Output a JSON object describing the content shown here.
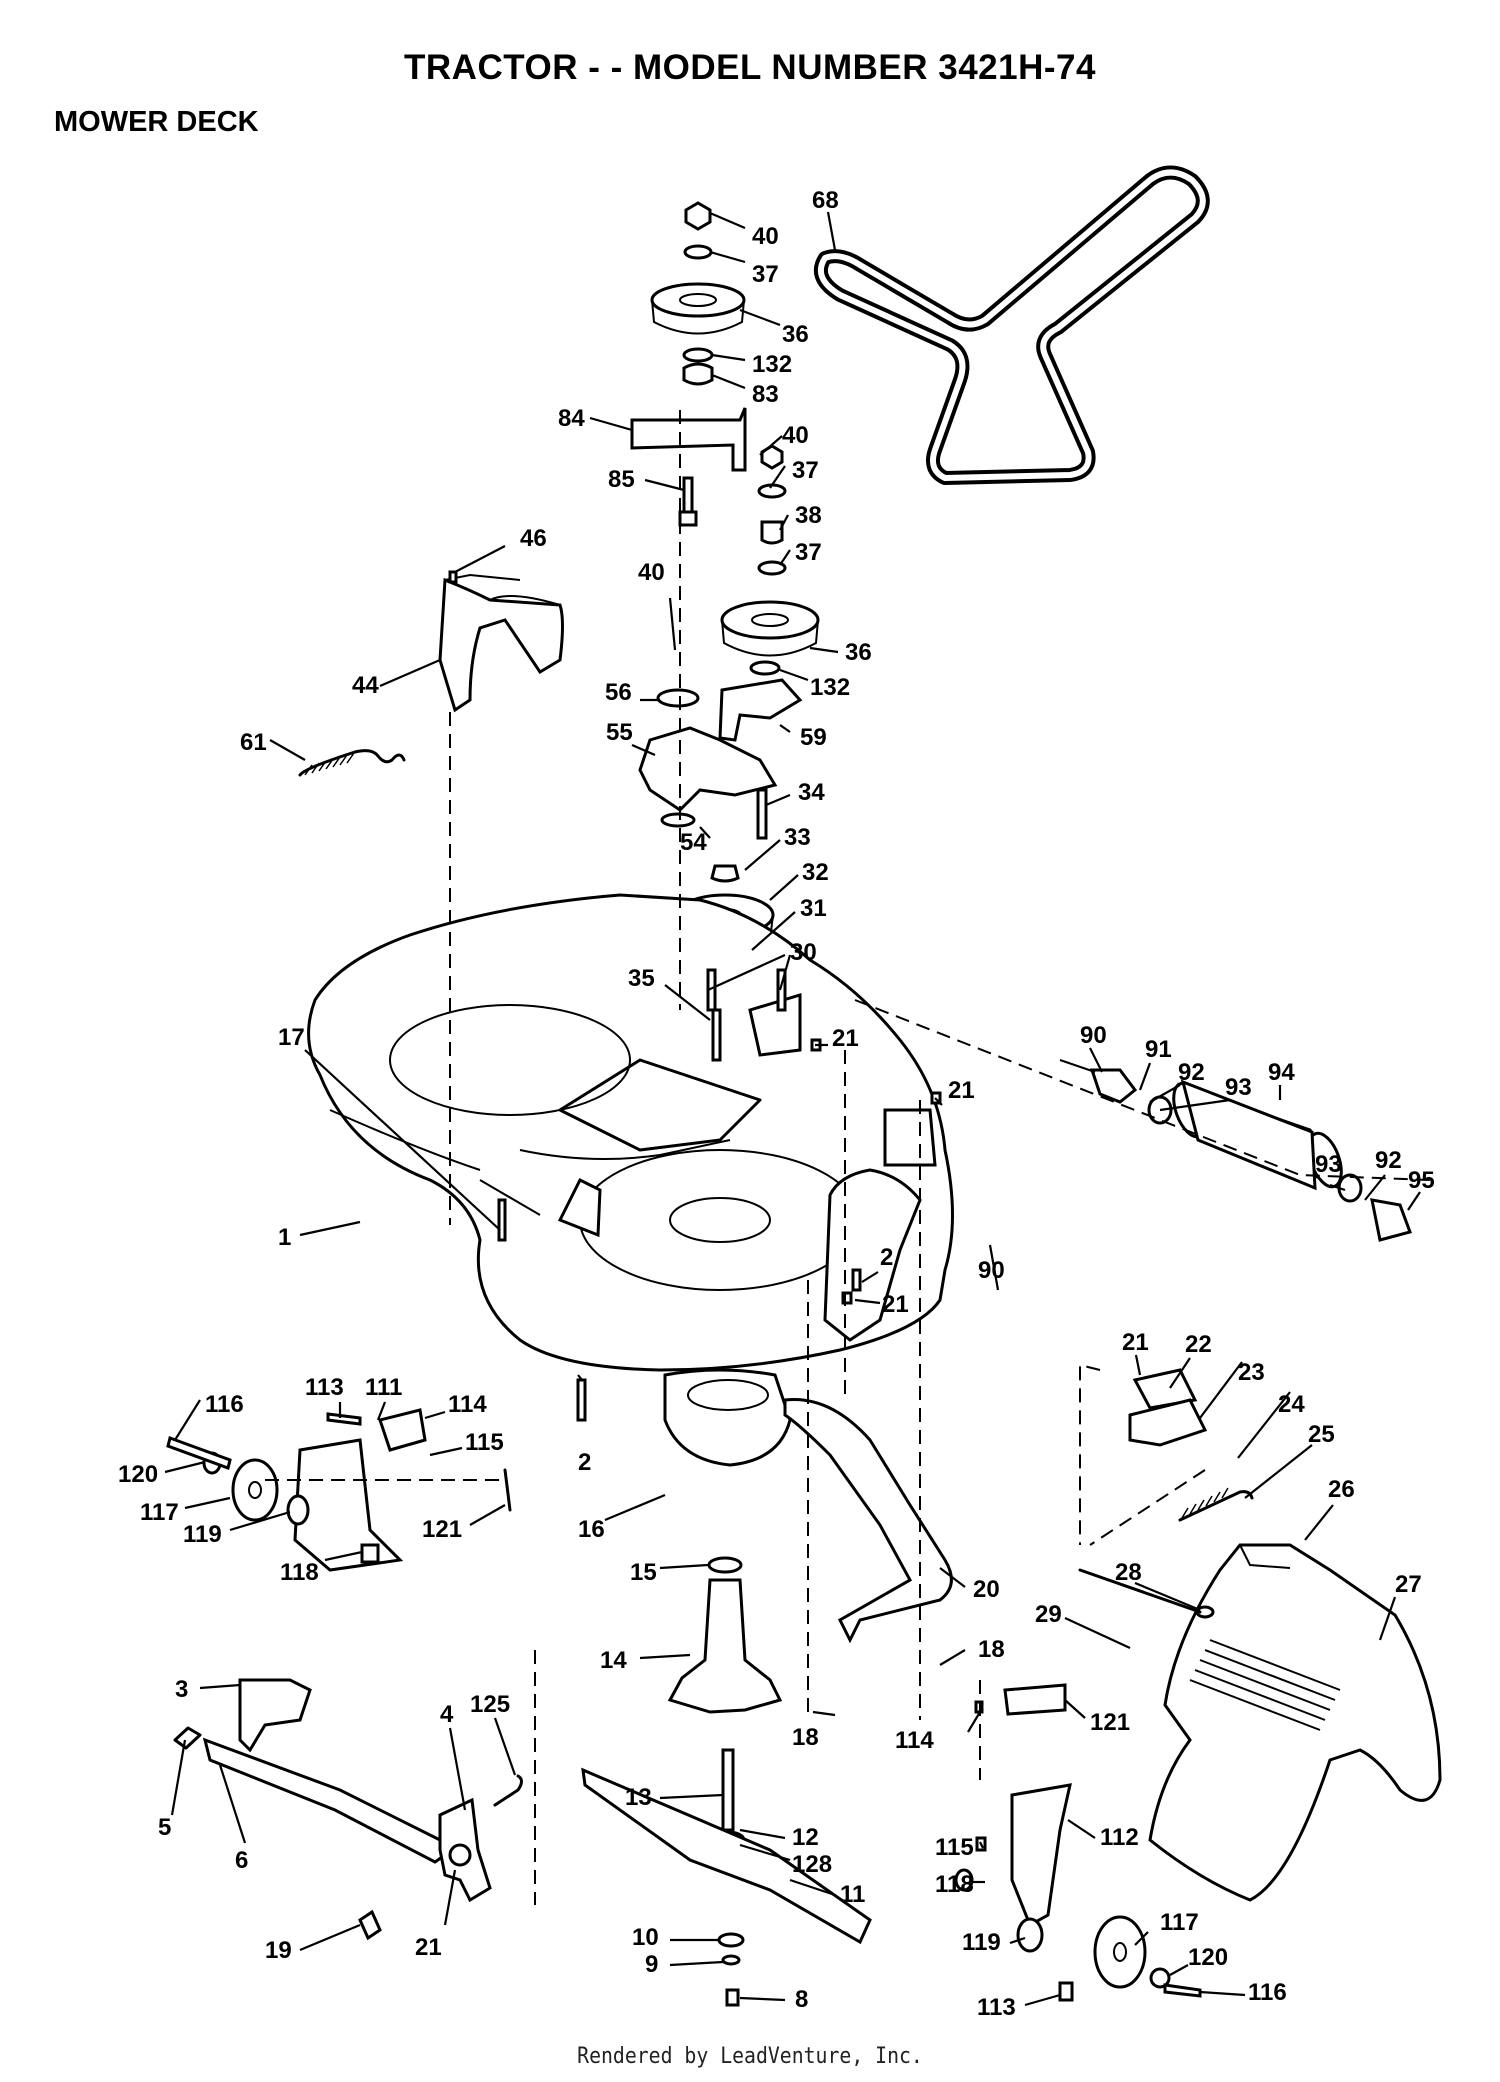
{
  "header": {
    "title": "TRACTOR - - MODEL NUMBER 3421H-74",
    "section": "MOWER DECK"
  },
  "footer": {
    "credit": "Rendered by LeadVenture, Inc."
  },
  "callouts": [
    {
      "id": "c68",
      "label": "68"
    },
    {
      "id": "c40a",
      "label": "40"
    },
    {
      "id": "c37a",
      "label": "37"
    },
    {
      "id": "c36a",
      "label": "36"
    },
    {
      "id": "c132a",
      "label": "132"
    },
    {
      "id": "c83",
      "label": "83"
    },
    {
      "id": "c84",
      "label": "84"
    },
    {
      "id": "c85",
      "label": "85"
    },
    {
      "id": "c40b",
      "label": "40"
    },
    {
      "id": "c37b",
      "label": "37"
    },
    {
      "id": "c38",
      "label": "38"
    },
    {
      "id": "c37c",
      "label": "37"
    },
    {
      "id": "c46",
      "label": "46"
    },
    {
      "id": "c40c",
      "label": "40"
    },
    {
      "id": "c36b",
      "label": "36"
    },
    {
      "id": "c132b",
      "label": "132"
    },
    {
      "id": "c44",
      "label": "44"
    },
    {
      "id": "c56",
      "label": "56"
    },
    {
      "id": "c59",
      "label": "59"
    },
    {
      "id": "c55",
      "label": "55"
    },
    {
      "id": "c61",
      "label": "61"
    },
    {
      "id": "c34",
      "label": "34"
    },
    {
      "id": "c54",
      "label": "54"
    },
    {
      "id": "c33",
      "label": "33"
    },
    {
      "id": "c32",
      "label": "32"
    },
    {
      "id": "c31",
      "label": "31"
    },
    {
      "id": "c30",
      "label": "30"
    },
    {
      "id": "c35",
      "label": "35"
    },
    {
      "id": "c17",
      "label": "17"
    },
    {
      "id": "c21a",
      "label": "21"
    },
    {
      "id": "c90a",
      "label": "90"
    },
    {
      "id": "c91",
      "label": "91"
    },
    {
      "id": "c92a",
      "label": "92"
    },
    {
      "id": "c93a",
      "label": "93"
    },
    {
      "id": "c94",
      "label": "94"
    },
    {
      "id": "c21b",
      "label": "21"
    },
    {
      "id": "c93b",
      "label": "93"
    },
    {
      "id": "c92b",
      "label": "92"
    },
    {
      "id": "c95",
      "label": "95"
    },
    {
      "id": "c1",
      "label": "1"
    },
    {
      "id": "c2a",
      "label": "2"
    },
    {
      "id": "c90b",
      "label": "90"
    },
    {
      "id": "c21c",
      "label": "21"
    },
    {
      "id": "c21d",
      "label": "21"
    },
    {
      "id": "c22",
      "label": "22"
    },
    {
      "id": "c23",
      "label": "23"
    },
    {
      "id": "c24",
      "label": "24"
    },
    {
      "id": "c25",
      "label": "25"
    },
    {
      "id": "c26",
      "label": "26"
    },
    {
      "id": "c113a",
      "label": "113"
    },
    {
      "id": "c111",
      "label": "111"
    },
    {
      "id": "c114a",
      "label": "114"
    },
    {
      "id": "c116a",
      "label": "116"
    },
    {
      "id": "c115a",
      "label": "115"
    },
    {
      "id": "c120a",
      "label": "120"
    },
    {
      "id": "c2b",
      "label": "2"
    },
    {
      "id": "c117a",
      "label": "117"
    },
    {
      "id": "c119a",
      "label": "119"
    },
    {
      "id": "c121a",
      "label": "121"
    },
    {
      "id": "c16",
      "label": "16"
    },
    {
      "id": "c118a",
      "label": "118"
    },
    {
      "id": "c15",
      "label": "15"
    },
    {
      "id": "c20",
      "label": "20"
    },
    {
      "id": "c28",
      "label": "28"
    },
    {
      "id": "c27",
      "label": "27"
    },
    {
      "id": "c29",
      "label": "29"
    },
    {
      "id": "c14",
      "label": "14"
    },
    {
      "id": "c18a",
      "label": "18"
    },
    {
      "id": "c3",
      "label": "3"
    },
    {
      "id": "c125",
      "label": "125"
    },
    {
      "id": "c18b",
      "label": "18"
    },
    {
      "id": "c4",
      "label": "4"
    },
    {
      "id": "c114b",
      "label": "114"
    },
    {
      "id": "c121b",
      "label": "121"
    },
    {
      "id": "c5",
      "label": "5"
    },
    {
      "id": "c13",
      "label": "13"
    },
    {
      "id": "c6",
      "label": "6"
    },
    {
      "id": "c12",
      "label": "12"
    },
    {
      "id": "c128",
      "label": "128"
    },
    {
      "id": "c115b",
      "label": "115"
    },
    {
      "id": "c112",
      "label": "112"
    },
    {
      "id": "c11",
      "label": "11"
    },
    {
      "id": "c118b",
      "label": "118"
    },
    {
      "id": "c19",
      "label": "19"
    },
    {
      "id": "c117b",
      "label": "117"
    },
    {
      "id": "c21e",
      "label": "21"
    },
    {
      "id": "c119b",
      "label": "119"
    },
    {
      "id": "c10",
      "label": "10"
    },
    {
      "id": "c9",
      "label": "9"
    },
    {
      "id": "c120b",
      "label": "120"
    },
    {
      "id": "c8",
      "label": "8"
    },
    {
      "id": "c113b",
      "label": "113"
    },
    {
      "id": "c116b",
      "label": "116"
    }
  ]
}
